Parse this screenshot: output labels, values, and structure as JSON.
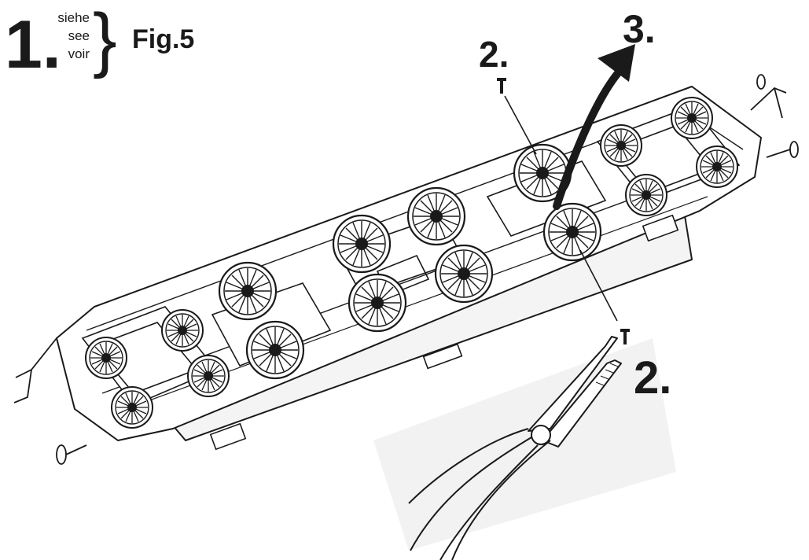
{
  "header": {
    "step_number": "1.",
    "lang_de": "siehe",
    "lang_en": "see",
    "lang_fr": "voir",
    "brace": "}",
    "figure_ref": "Fig.5"
  },
  "steps": {
    "screw_top_label": "2.",
    "lift_label": "3.",
    "screw_bottom_label": "2."
  },
  "colors": {
    "ink": "#1a1a1a",
    "chassis_fill": "#ffffff",
    "shadow": "#ececec"
  },
  "icons": {
    "lift_arrow": "arrow-up-right-icon",
    "screw": "screw-icon",
    "pliers": "pliers-icon"
  }
}
